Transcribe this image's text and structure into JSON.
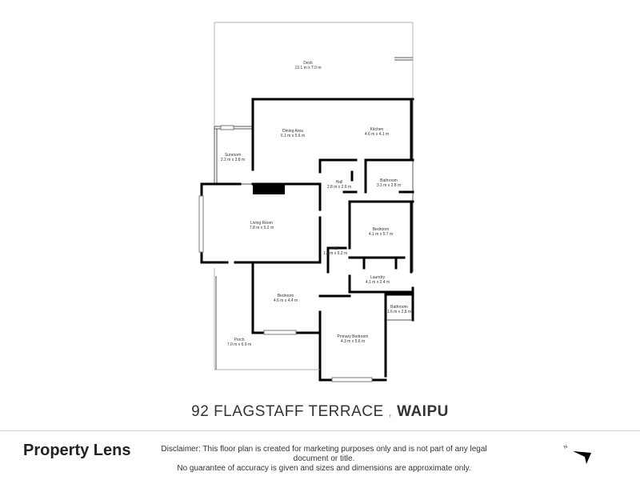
{
  "rooms": [
    {
      "name": "Deck",
      "dims": "13.1 m x 7.0 m"
    },
    {
      "name": "Dining Area",
      "dims": "6.1 m x 5.6 m"
    },
    {
      "name": "Kitchen",
      "dims": "4.6 m x 4.1 m"
    },
    {
      "name": "Sunroom",
      "dims": "2.2 m x 3.8 m"
    },
    {
      "name": "Hall",
      "dims": "2.8 m x 2.6 m"
    },
    {
      "name": "Bathroom",
      "dims": "3.1 m x 2.8 m"
    },
    {
      "name": "Living Room",
      "dims": "7.8 m x 5.2 m"
    },
    {
      "name": "Bedroom",
      "dims": "4.1 m x 5.7 m"
    },
    {
      "name": "Hall",
      "dims": "1.8 m x 6.2 m"
    },
    {
      "name": "Laundry",
      "dims": "4.1 m x 2.4 m"
    },
    {
      "name": "Bedroom",
      "dims": "4.6 m x 4.4 m"
    },
    {
      "name": "Bathroom",
      "dims": "1.6 m x 2.8 m"
    },
    {
      "name": "Primary Bedroom",
      "dims": "4.3 m x 5.6 m"
    },
    {
      "name": "Porch",
      "dims": "7.0 m x 6.9 m"
    }
  ],
  "address": {
    "street": "92 FLAGSTAFF TERRACE",
    "separator": ",",
    "town": "WAIPU"
  },
  "footer": {
    "brand": "Property Lens",
    "disclaimer_line1": "Disclaimer: This floor plan is created for marketing purposes only and is not part of any legal document or title.",
    "disclaimer_line2": "No guarantee of accuracy is given and sizes and dimensions are approximate only.",
    "north_label": "N"
  },
  "colors": {
    "wall": "#000000",
    "text": "#333333",
    "rule": "#cfcfcf"
  }
}
